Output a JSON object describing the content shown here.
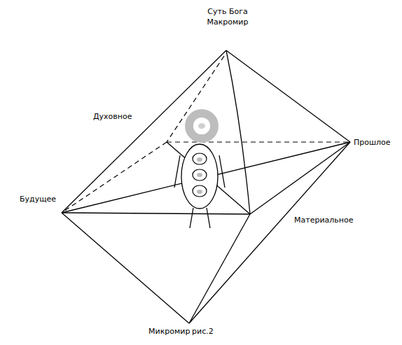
{
  "diagram": {
    "caption": "рис.2",
    "labels": [
      "Суть Бога",
      "Макромир",
      "Духовное",
      "Прошлое",
      "Будущее",
      "Материальное",
      "Микромир"
    ]
  }
}
